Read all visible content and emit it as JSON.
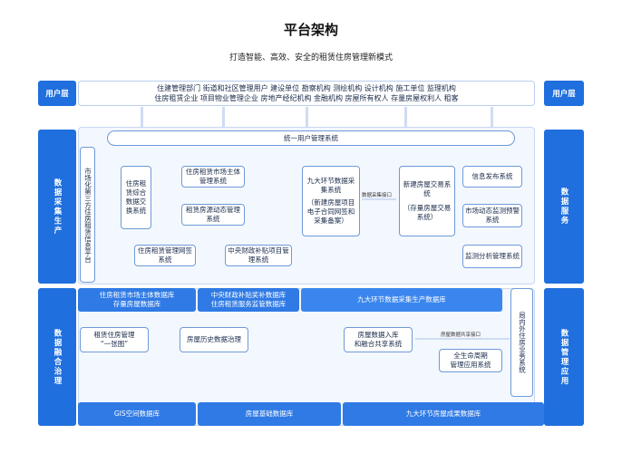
{
  "header": {
    "title": "平台架构",
    "subtitle": "打造智能、高效、安全的租赁住房管理新模式"
  },
  "user_layer": {
    "left_label": "用户层",
    "right_label": "用户层",
    "line1": "住建管理部门  街道和社区管理用户  建设单位  勘察机构  测绘机构  设计机构  施工单位  监理机构",
    "line2": "住房租赁企业  项目物业管理企业  房地产经纪机构  金融机构  房屋所有权人  存量房屋权利人  租客"
  },
  "sides": {
    "data_collection": "数据采集生产",
    "data_governance": "数据融合治理",
    "data_service": "数据服务",
    "data_management": "数据管理应用"
  },
  "unified_auth": "统一用户管理系统",
  "third_party_platform": "市场化第三方住房租赁信息平台",
  "systems": {
    "exchange": "住房租赁综合数据交换系统",
    "entity_mgmt": "住房租赁市场主体管理系统",
    "source_mgmt": "租赁房源动态管理系统",
    "contract_sign": "住房租赁管理网签系统",
    "subsidy": "中央财政补贴项目管理系统",
    "nine_collect": "九大环节数据采集系统",
    "nine_collect_note": "（新建房屋项目电子合同网签和采集备案）",
    "collect_api": "数据采集接口",
    "new_trade": "新建房屋交易系统",
    "stock_trade": "（存量房屋交易系统）",
    "info_publish": "信息发布系统",
    "market_monitor": "市场动态监测预警系统",
    "monitor_analysis": "监测分析管理系统"
  },
  "governance": {
    "db_entity": "住房租赁市场主体数据库",
    "db_stock": "存量房屋数据库",
    "db_subsidy": "中央财政补贴奖补数据库",
    "db_service": "住房租赁服务监管数据库",
    "db_nine": "九大环节数据采集生产数据库",
    "rental_map_1": "租赁住房管理",
    "rental_map_2": "“一张图”",
    "house_history": "房屋历史数据治理",
    "house_entry_1": "房屋数据入库",
    "house_entry_2": "和融合共享系统",
    "share_api": "房屋数据共享接口",
    "lifecycle_1": "全生命周期",
    "lifecycle_2": "管理应用系统",
    "bureau_service": "局内外住房业务系统",
    "db_gis": "GIS空间数据库",
    "db_house_base": "房屋基础数据库",
    "db_nine_result": "九大环节房屋成果数据库"
  }
}
